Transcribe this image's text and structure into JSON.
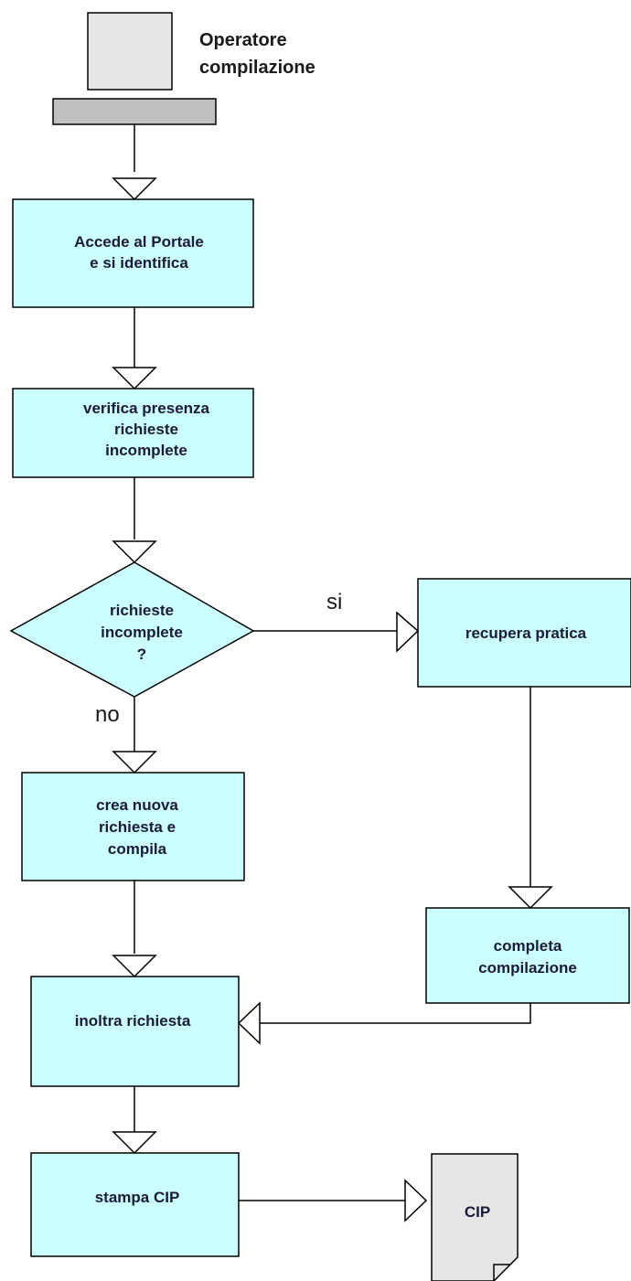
{
  "actor": {
    "title_line1": "Operatore",
    "title_line2": "compilazione"
  },
  "nodes": {
    "accede": {
      "line1": "Accede  al Portale",
      "line2": "e si identifica"
    },
    "verifica": {
      "line1": "verifica presenza",
      "line2": "richieste",
      "line3": "incomplete"
    },
    "decision": {
      "line1": "richieste",
      "line2": "incomplete",
      "line3": "?"
    },
    "recupera": {
      "line1": "recupera pratica"
    },
    "crea": {
      "line1": "crea nuova",
      "line2": "richiesta  e",
      "line3": "compila"
    },
    "completa": {
      "line1": "completa",
      "line2": "compilazione"
    },
    "inoltra": {
      "line1": "inoltra richiesta"
    },
    "stampa": {
      "line1": "stampa CIP"
    },
    "document": {
      "label": "CIP"
    }
  },
  "branches": {
    "yes": "si",
    "no": "no"
  },
  "colors": {
    "box_fill": "#ccffff",
    "monitor_fill": "#e6e6e6",
    "keyboard_fill": "#c0c0c0",
    "document_fill": "#e6e6e6"
  }
}
